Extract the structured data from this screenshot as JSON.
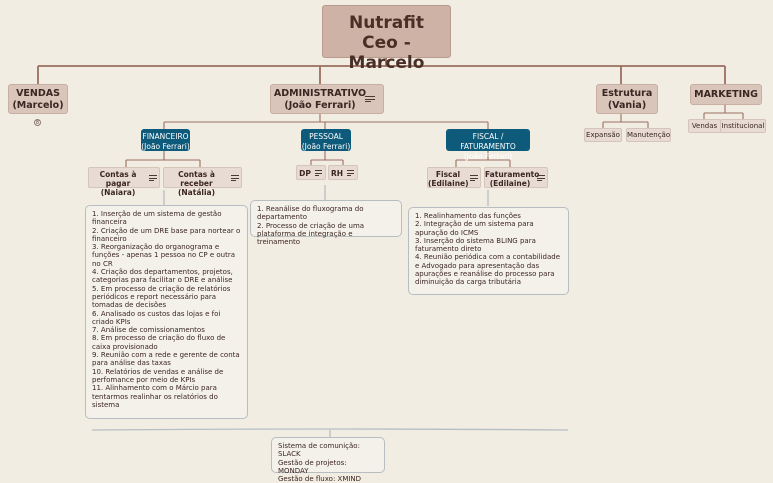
{
  "root": {
    "line1": "Nutrafit",
    "line2": "Ceo - Marcelo"
  },
  "vendas": {
    "line1": "VENDAS",
    "line2": "(Marcelo)",
    "collapsed_count": "8"
  },
  "administrativo": {
    "line1": "ADMINISTRATIVO",
    "line2": "(João Ferrari)"
  },
  "estrutura": {
    "line1": "Estrutura",
    "line2": "(Vania)",
    "children": [
      "Expansão",
      "Manutenção"
    ]
  },
  "marketing": {
    "label": "MARKETING",
    "children": [
      "Vendas",
      "Institucional"
    ]
  },
  "financeiro": {
    "line1": "FINANCEIRO",
    "line2": "(João Ferrari)",
    "children": [
      {
        "line1": "Contas à pagar",
        "line2": "(Naiara)"
      },
      {
        "line1": "Contas à receber",
        "line2": "(Natália)"
      }
    ],
    "note": "1. Inserção de um sistema de gestão financeira\n2. Criação de um DRE base para nortear o financeiro\n3. Reorganização do organograma e funções - apenas 1 pessoa no CP e outra no CR\n4. Criação dos departamentos, projetos, categorias para facilitar o DRE e análise\n5. Em processo de criação de relatórios periódicos e report necessário para tomadas de decisões\n6. Analisado os custos das lojas e foi criado KPIs\n7. Análise de comissionamentos\n8. Em processo de criação do fluxo de caixa provisionado\n9. Reunião com a rede e gerente de conta para análise das taxas\n10. Relatórios de vendas e análise de perfomance por meio de KPIs\n11. Alinhamento com o Márcio para tentarmos realinhar os relatórios do sistema"
  },
  "pessoal": {
    "line1": "PESSOAL",
    "line2": "(João Ferrari)",
    "children": [
      "DP",
      "RH"
    ],
    "note": "1. Reanálise do fluxograma do departamento\n2. Processo de criação de uma plataforma de integração e treinamento"
  },
  "fiscal": {
    "line1": "FISCAL / FATURAMENTO",
    "line2": "(João Ferrari)",
    "children": [
      {
        "line1": "Fiscal",
        "line2": "(Edilaine)"
      },
      {
        "line1": "Faturamento",
        "line2": "(Edilaine)"
      }
    ],
    "note": "1. Realinhamento das funções\n2. Integração de um sistema para apuração do ICMS\n3. Inserção do sistema BLING para faturamento direto\n4. Reunião periódica com a contabilidade e Advogado para apresentação das apurações e reanálise do processo para diminuição da carga tributária"
  },
  "systems_note": "Sistema de comunição: SLACK\nGestão de projetos: MONDAY\nGestão de fluxo: XMIND",
  "colors": {
    "root": "#cdb2a5",
    "branch": "#d9c5ba",
    "department": "#0e5a7a",
    "line": "#9c6e60",
    "background": "#f2ede3"
  }
}
